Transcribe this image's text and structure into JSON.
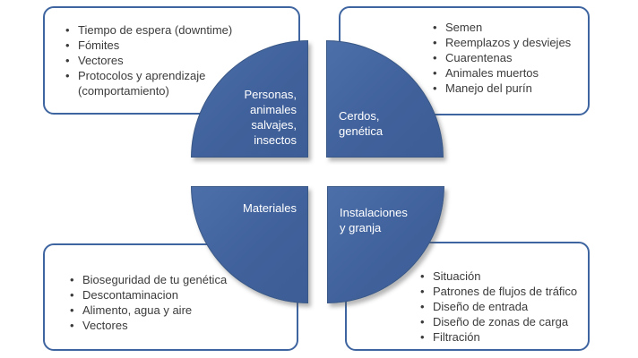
{
  "diagram": {
    "bullet": "•",
    "colors": {
      "quadrant_fill": "#40619B",
      "box_border": "#3F65A0",
      "body_text": "#3B3B3B",
      "quadrant_text": "#FFFFFF",
      "background": "#FFFFFF"
    },
    "boxes": {
      "top_left": {
        "items": [
          "Tiempo de espera (downtime)",
          "Fómites",
          "Vectores",
          "Protocolos y aprendizaje (comportamiento)"
        ]
      },
      "top_right": {
        "items": [
          "Semen",
          "Reemplazos y desviejes",
          "Cuarentenas",
          "Animales muertos",
          "Manejo del purín"
        ]
      },
      "bottom_left": {
        "items": [
          "Bioseguridad de tu genética",
          "Descontaminacion",
          "Alimento, agua y aire",
          "Vectores"
        ]
      },
      "bottom_right": {
        "items": [
          "Situación",
          "Patrones de flujos de tráfico",
          "Diseño de entrada",
          "Diseño de zonas de carga",
          "Filtración"
        ]
      }
    },
    "quadrants": {
      "top_left": {
        "label": "Personas,\nanimales\nsalvajes,\ninsectos"
      },
      "top_right": {
        "label": "Cerdos,\ngenética"
      },
      "bottom_left": {
        "label": "Materiales"
      },
      "bottom_right": {
        "label": "Instalaciones\ny granja"
      }
    }
  }
}
